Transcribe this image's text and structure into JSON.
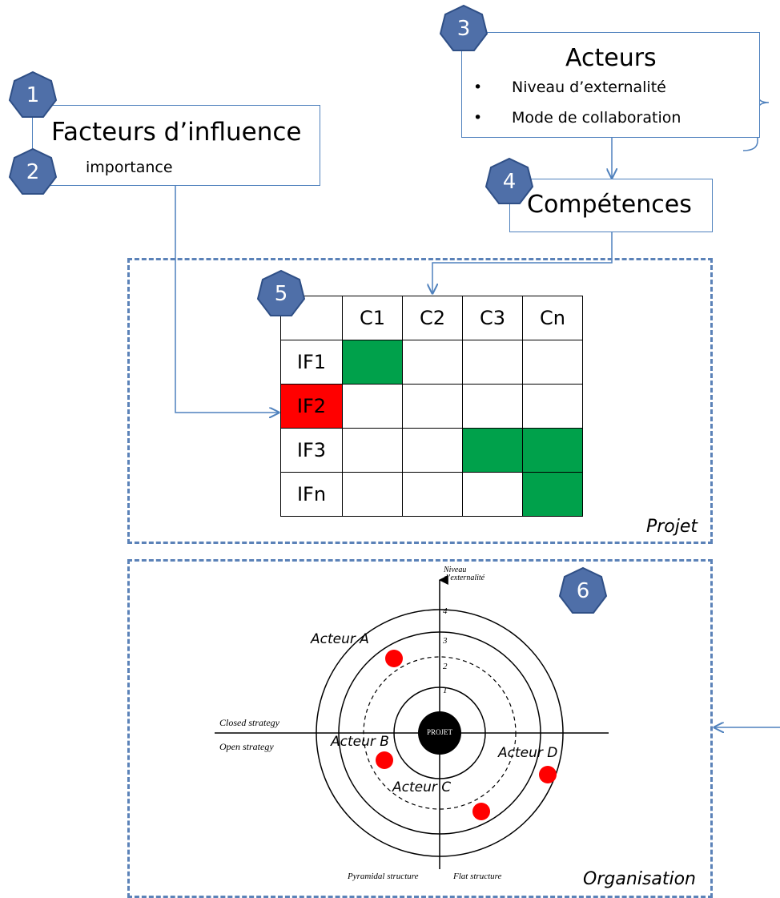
{
  "step_badges": {
    "b1": "1",
    "b2": "2",
    "b3": "3",
    "b4": "4",
    "b5": "5",
    "b6": "6"
  },
  "influence_box": {
    "title": "Facteurs d’influence",
    "subtitle": "importance"
  },
  "actors_box": {
    "title": "Acteurs",
    "bullets": [
      "Niveau d’externalité",
      "Mode de collaboration"
    ]
  },
  "competences_box": {
    "title": "Compétences"
  },
  "matrix": {
    "columns": [
      "C1",
      "C2",
      "C3",
      "Cn"
    ],
    "rows": [
      "IF1",
      "IF2",
      "IF3",
      "IFn"
    ],
    "highlighted_row_header": "IF2",
    "green_cells": [
      [
        0,
        0
      ],
      [
        2,
        2
      ],
      [
        2,
        3
      ],
      [
        3,
        3
      ]
    ],
    "colors": {
      "green": "#00a14b",
      "red": "#ff0000"
    }
  },
  "regions": {
    "project_label": "Projet",
    "organisation_label": "Organisation"
  },
  "radar": {
    "y_axis_label_line1": "Niveau",
    "y_axis_label_line2": "d’externalité",
    "ring_numbers": [
      "1",
      "2",
      "3",
      "4"
    ],
    "center_label": "PROJET",
    "left_top_label": "Closed strategy",
    "left_bottom_label": "Open strategy",
    "bottom_left_label": "Pyramidal structure",
    "bottom_right_label": "Flat structure",
    "actors": [
      "Acteur A",
      "Acteur B",
      "Acteur C",
      "Acteur D"
    ],
    "dot_color": "#ff0000"
  },
  "colors": {
    "badge_fill": "#4f6fa8",
    "badge_stroke": "#2f4f86",
    "connector": "#4f81bd",
    "dashed_border": "#5b82b8"
  }
}
